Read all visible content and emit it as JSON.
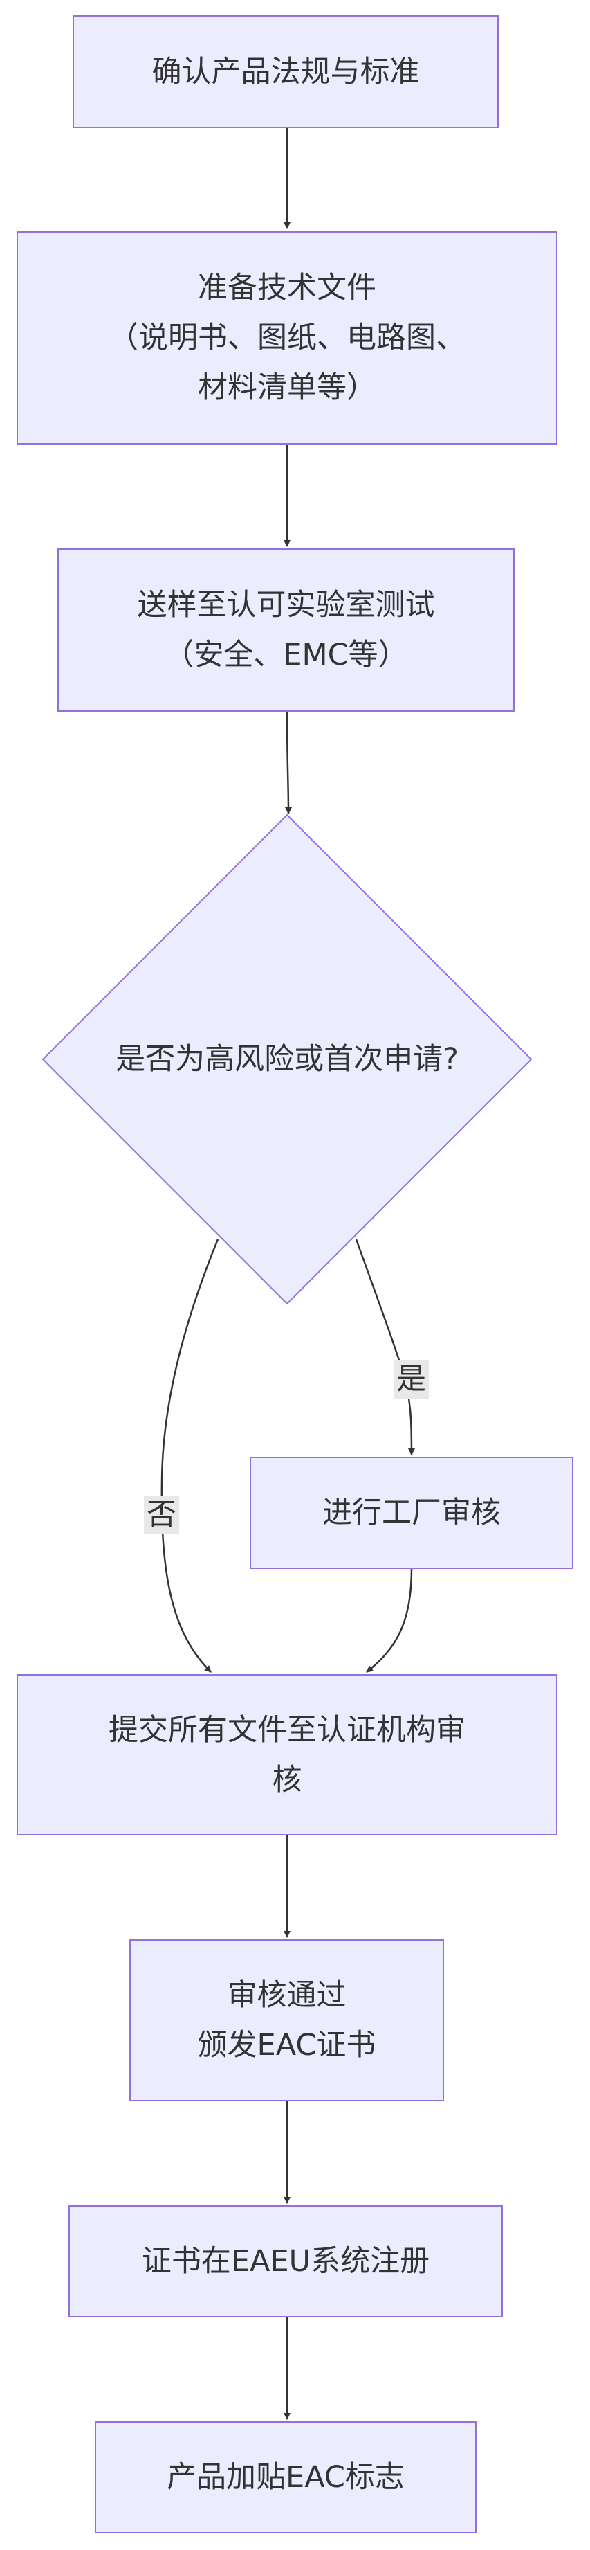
{
  "diagram": {
    "type": "flowchart",
    "direction": "top-down",
    "colors": {
      "node_fill": "#ECECFF",
      "node_stroke": "#9370DB",
      "edge": "#333333",
      "text": "#333333",
      "edge_label_bg": "#E8E8E8"
    },
    "nodes": {
      "confirm": "确认产品法规与标准",
      "prepare": "准备技术文件\n（说明书、图纸、电路图、\n材料清单等）",
      "testing": "送样至认可实验室测试\n（安全、EMC等）",
      "decision": "是否为高风险或首次申请?",
      "audit": "进行工厂审核",
      "submit": "提交所有文件至认证机构审\n核",
      "approve": "审核通过\n颁发EAC证书",
      "register": "证书在EAEU系统注册",
      "mark": "产品加贴EAC标志"
    },
    "edges": [
      {
        "from": "confirm",
        "to": "prepare",
        "label": ""
      },
      {
        "from": "prepare",
        "to": "testing",
        "label": ""
      },
      {
        "from": "testing",
        "to": "decision",
        "label": ""
      },
      {
        "from": "decision",
        "to": "audit",
        "label": "是"
      },
      {
        "from": "decision",
        "to": "submit",
        "label": "否"
      },
      {
        "from": "audit",
        "to": "submit",
        "label": ""
      },
      {
        "from": "submit",
        "to": "approve",
        "label": ""
      },
      {
        "from": "approve",
        "to": "register",
        "label": ""
      },
      {
        "from": "register",
        "to": "mark",
        "label": ""
      }
    ]
  }
}
